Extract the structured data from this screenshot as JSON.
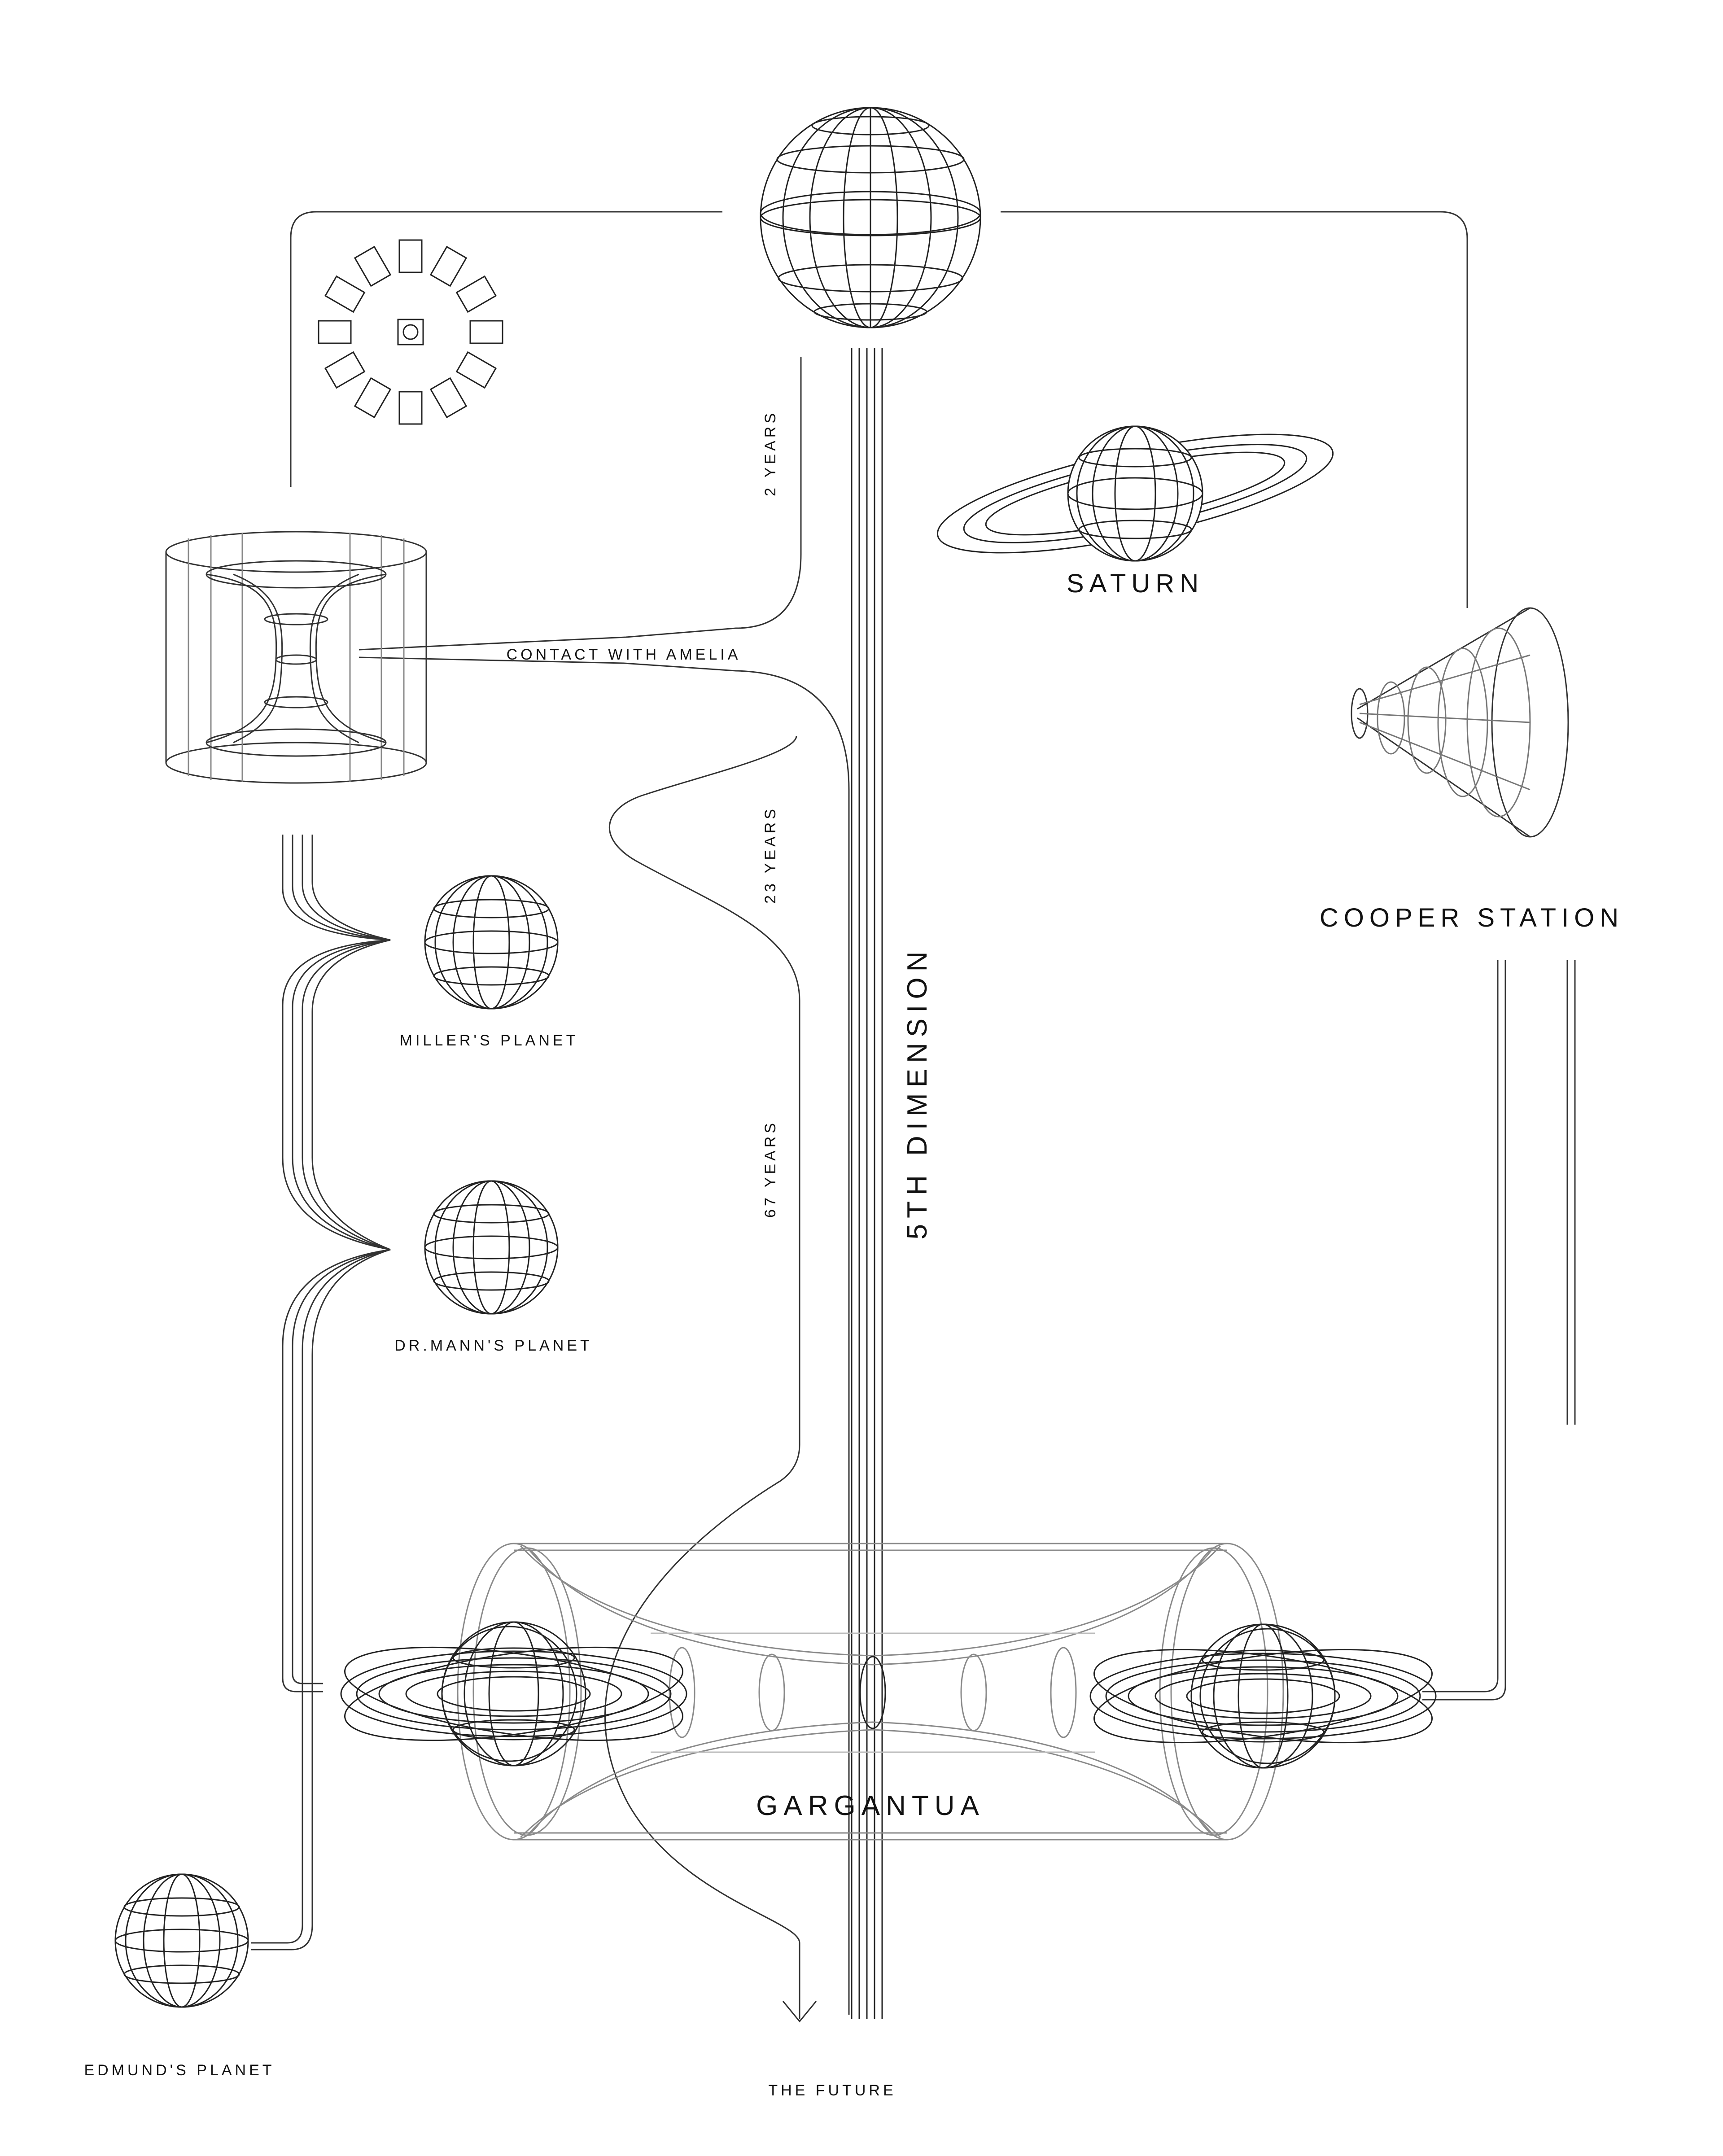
{
  "labels": {
    "saturn": "SATURN",
    "cooper_station": "COOPER STATION",
    "contact_with_amelia": "CONTACT WITH AMELIA",
    "millers_planet": "MILLER'S PLANET",
    "dr_manns_planet": "DR.MANN'S PLANET",
    "gargantua": "GARGANTUA",
    "edmunds_planet": "EDMUND'S PLANET",
    "the_future": "THE FUTURE",
    "fifth_dimension": "5TH DIMENSION",
    "two_years": "2 YEARS",
    "twenty_three_years": "23 YEARS",
    "sixty_seven_years": "67 YEARS"
  },
  "colors": {
    "line": "#222222",
    "light_line": "#9a9a9a",
    "background": "#ffffff"
  }
}
